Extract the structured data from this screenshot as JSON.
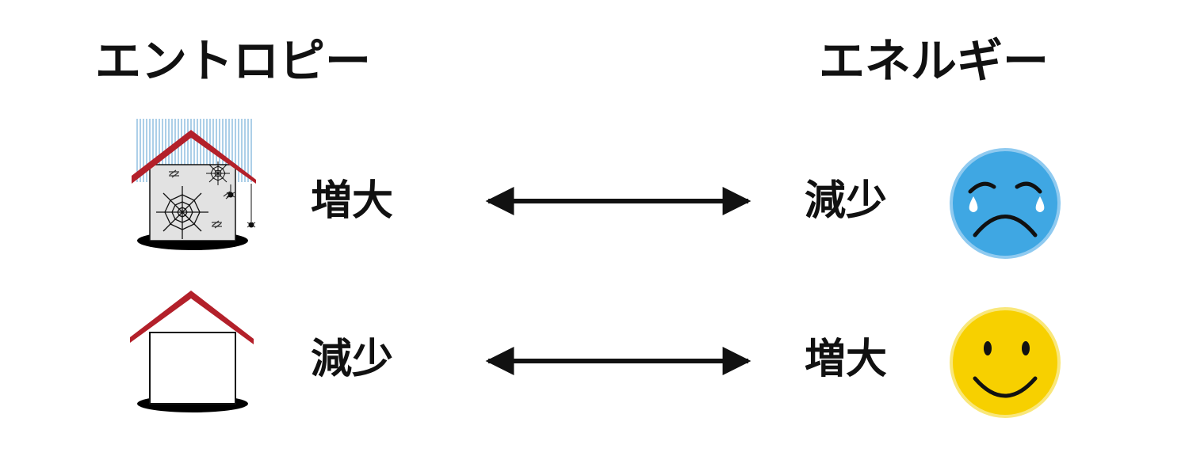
{
  "headings": {
    "entropy": "エントロピー",
    "energy": "エネルギー"
  },
  "rows": [
    {
      "entropy_change": "増大",
      "energy_change": "減少",
      "face": "sad-face-icon"
    },
    {
      "entropy_change": "減少",
      "energy_change": "増大",
      "face": "happy-face-icon"
    }
  ],
  "colors": {
    "roof": "#b3202a",
    "rain": "#5a9fd0",
    "house_dirty_wall": "#e2e2e2",
    "sad_face": "#3fa7e3",
    "sad_face_rim": "#8fcaf0",
    "tear": "#ffffff",
    "happy_face": "#f7d000",
    "happy_face_rim": "#f9e77a",
    "text": "#111111"
  }
}
